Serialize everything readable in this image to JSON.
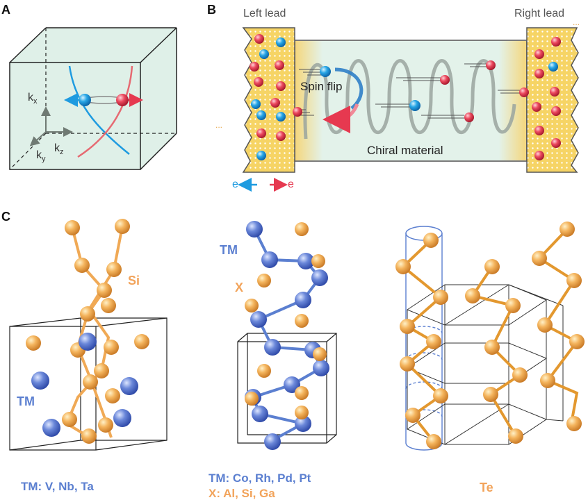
{
  "panels": {
    "a": {
      "letter": "A",
      "axes": {
        "kx": "k",
        "kx_sub": "x",
        "ky": "k",
        "ky_sub": "y",
        "kz": "k",
        "kz_sub": "z"
      }
    },
    "b": {
      "letter": "B",
      "left_lead": "Left lead",
      "right_lead": "Right lead",
      "spin_flip": "Spin flip",
      "chiral_material": "Chiral material",
      "ellipsis": "...",
      "legend_left": "e",
      "legend_right": "e"
    },
    "c": {
      "letter": "C",
      "left": {
        "label_si": "Si",
        "label_tm": "TM",
        "caption": "TM: V, Nb, Ta"
      },
      "middle": {
        "label_tm": "TM",
        "label_x": "X",
        "caption_1": "TM: Co, Rh, Pd, Pt",
        "caption_2": "X: Al, Si, Ga"
      },
      "right": {
        "caption": "Te"
      }
    }
  },
  "colors": {
    "orange": "#f0a955",
    "orange_text": "#f2a35a",
    "blue_text": "#5b7fd0",
    "electron_blue": "#1e9be0",
    "electron_red": "#e63950",
    "lead_fill": "#f5d56a",
    "box_fill": "#dff0e8"
  }
}
